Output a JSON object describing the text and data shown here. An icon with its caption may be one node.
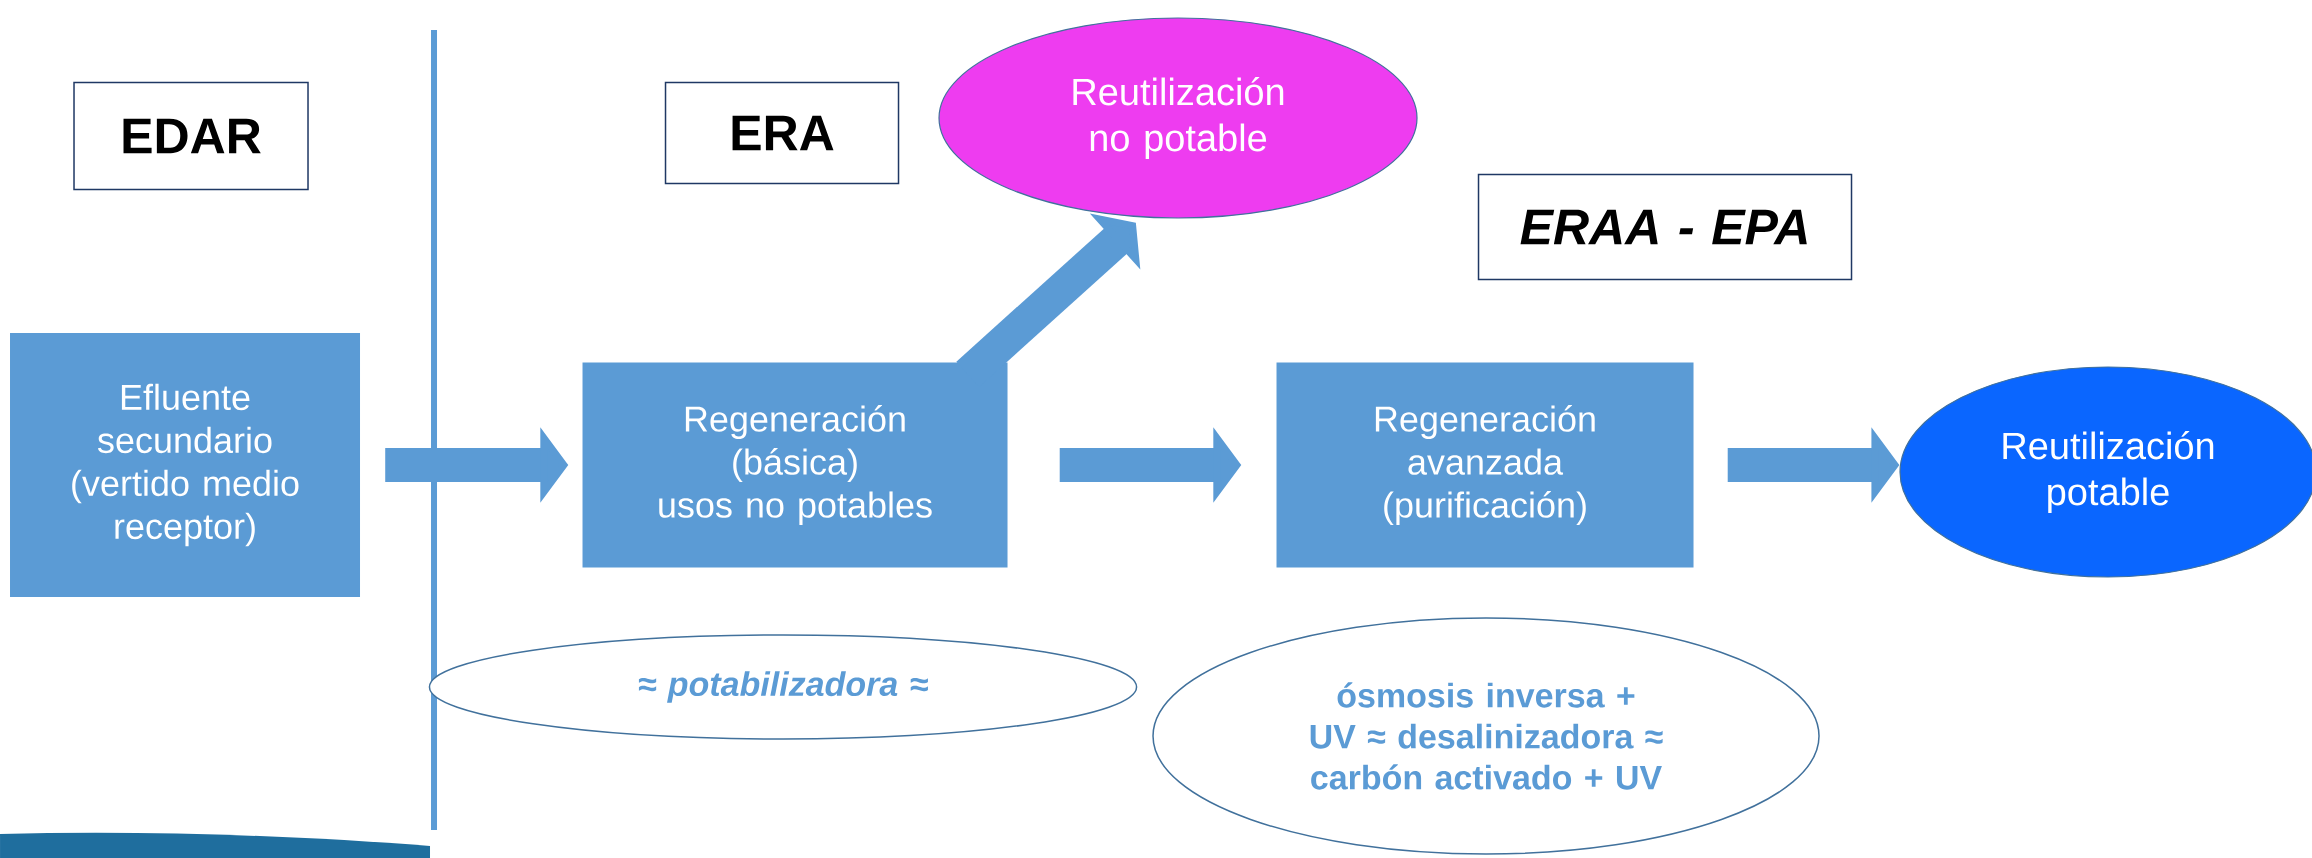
{
  "diagram": {
    "nodes": [
      {
        "text": [
          "EDAR"
        ]
      },
      {
        "text": [
          "ERA"
        ]
      },
      {
        "text": [
          "Reutilización no potable"
        ]
      },
      {
        "text": [
          "ERAA - EPA"
        ]
      },
      {
        "text": [
          "Efluente secundario (vertido medio receptor)"
        ]
      },
      {
        "text": [
          "Regeneración (básica)",
          "usos no potables"
        ]
      },
      {
        "text": [
          "Regeneración avanzada (purificación)"
        ]
      },
      {
        "text": [
          "Reutilización potable"
        ]
      },
      {
        "text": [
          "≈ potabilizadora ≈"
        ]
      },
      {
        "text": [
          "ósmosis inversa + UV ≈ desalinizadora ≈ carbón activado + UV"
        ]
      }
    ],
    "edges": [
      {
        "from": 4,
        "to": 5,
        "arrow": "to"
      },
      {
        "from": 5,
        "to": 2,
        "arrow": "to"
      },
      {
        "from": 5,
        "to": 6,
        "arrow": "to"
      },
      {
        "from": 6,
        "to": 7,
        "arrow": "to"
      }
    ]
  }
}
